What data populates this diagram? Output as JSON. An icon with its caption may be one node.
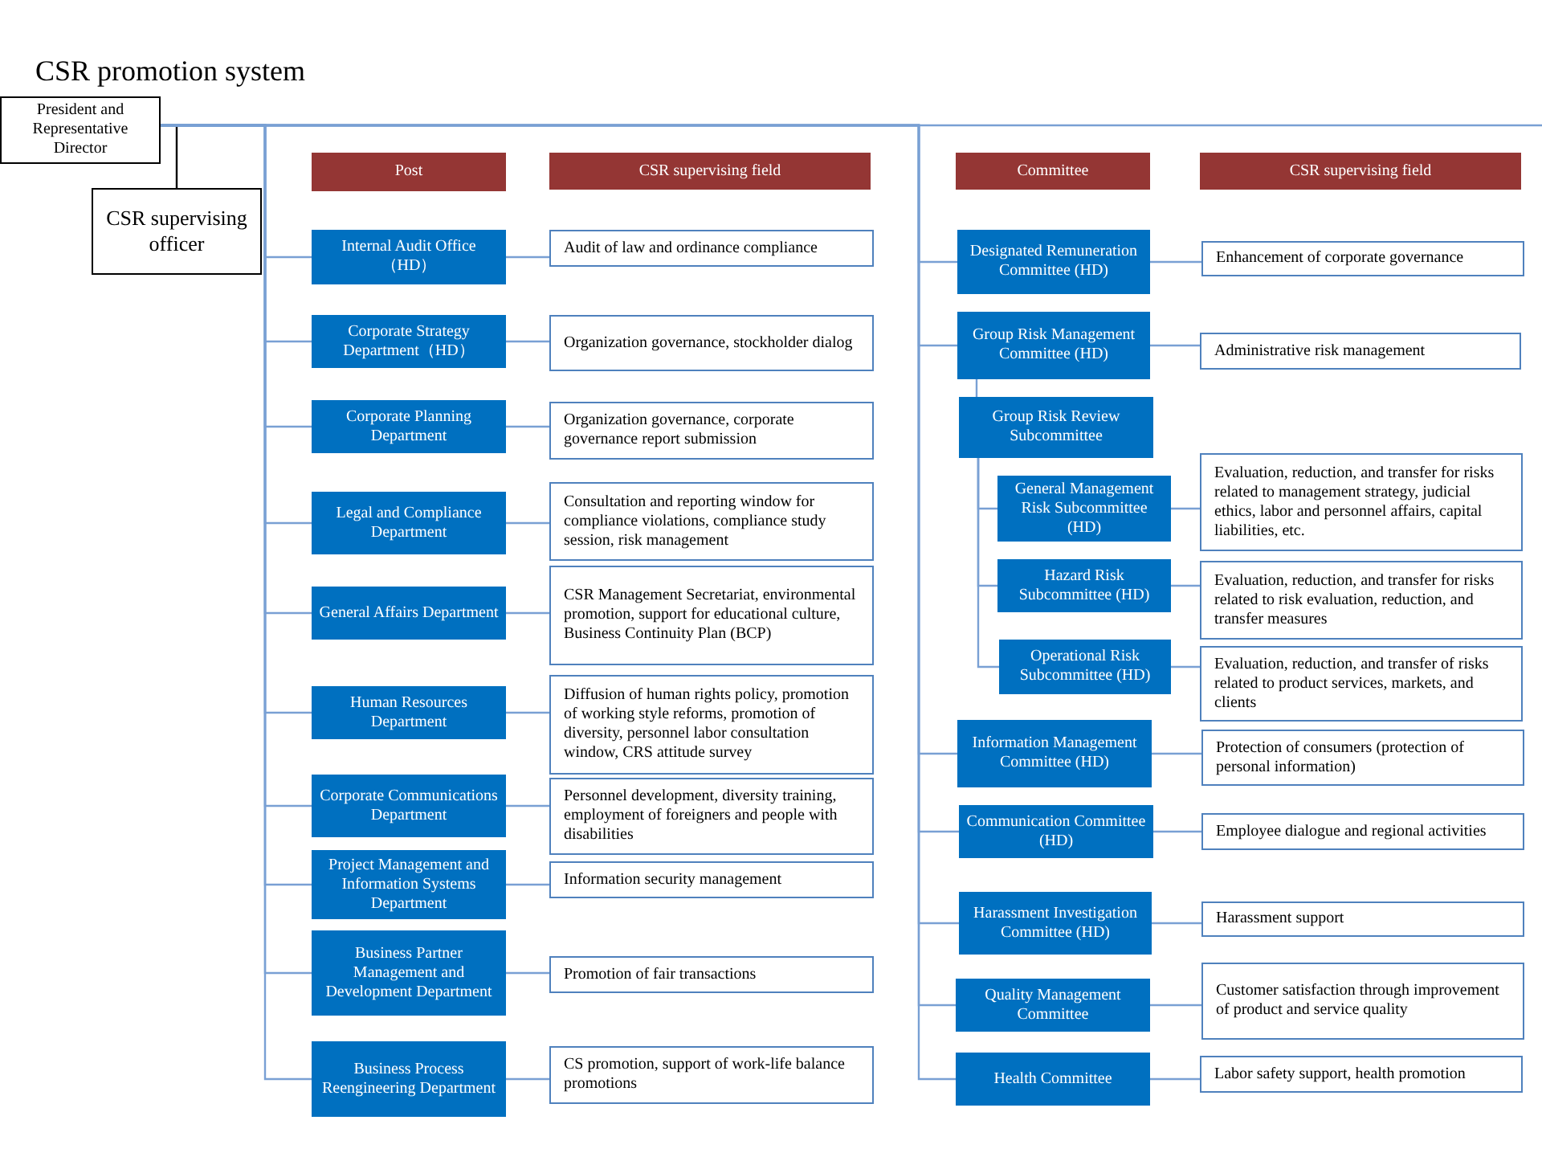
{
  "diagram": {
    "title": "CSR promotion system",
    "nodes": [
      {
        "text": [
          "President and Representative Director"
        ]
      },
      {
        "text": [
          "CSR supervising officer"
        ]
      },
      {
        "text": [
          "Post"
        ]
      },
      {
        "text": [
          "CSR supervising field"
        ]
      },
      {
        "text": [
          "Committee"
        ]
      },
      {
        "text": [
          "CSR supervising field"
        ]
      },
      {
        "text": [
          "Internal Audit Office（HD）"
        ]
      },
      {
        "text": [
          "Audit of law and ordinance compliance"
        ]
      },
      {
        "text": [
          "Corporate Strategy Department（HD）"
        ]
      },
      {
        "text": [
          "Organization governance, stockholder dialog"
        ]
      },
      {
        "text": [
          "Corporate Planning Department"
        ]
      },
      {
        "text": [
          "Organization governance, corporate governance report submission"
        ]
      },
      {
        "text": [
          "Legal and Compliance Department"
        ]
      },
      {
        "text": [
          "Consultation and reporting window for compliance violations, compliance study session, risk management"
        ]
      },
      {
        "text": [
          "General Affairs Department"
        ]
      },
      {
        "text": [
          "CSR Management Secretariat, environmental promotion, support for educational culture, Business Continuity Plan (BCP)"
        ]
      },
      {
        "text": [
          "Human Resources Department"
        ]
      },
      {
        "text": [
          "Diffusion of human rights policy, promotion of working style reforms, promotion of diversity, personnel labor consultation window, CRS attitude survey"
        ]
      },
      {
        "text": [
          "Corporate Communications Department"
        ]
      },
      {
        "text": [
          "Personnel development, diversity training, employment of foreigners and people with disabilities"
        ]
      },
      {
        "text": [
          "Project Management and Information Systems Department"
        ]
      },
      {
        "text": [
          "Information security management"
        ]
      },
      {
        "text": [
          "Business Partner Management and Development Department"
        ]
      },
      {
        "text": [
          "Promotion of fair transactions"
        ]
      },
      {
        "text": [
          "Business Process Reengineering Department"
        ]
      },
      {
        "text": [
          "CS promotion, support of work-life balance promotions"
        ]
      },
      {
        "text": [
          "Designated Remuneration Committee (HD)"
        ]
      },
      {
        "text": [
          "Enhancement of corporate governance"
        ]
      },
      {
        "text": [
          "Group Risk Management Committee (HD)"
        ]
      },
      {
        "text": [
          "Administrative risk management"
        ]
      },
      {
        "text": [
          "Group Risk Review Subcommittee"
        ]
      },
      {
        "text": [
          "General Management Risk Subcommittee (HD)"
        ]
      },
      {
        "text": [
          "Evaluation, reduction, and transfer for risks related to management strategy, judicial ethics, labor and personnel affairs, capital liabilities, etc."
        ]
      },
      {
        "text": [
          "Hazard Risk Subcommittee (HD)"
        ]
      },
      {
        "text": [
          "Evaluation, reduction, and transfer for risks related to risk evaluation, reduction, and transfer measures"
        ]
      },
      {
        "text": [
          "Operational Risk Subcommittee (HD)"
        ]
      },
      {
        "text": [
          "Evaluation, reduction, and transfer of risks related to product services, markets, and clients"
        ]
      },
      {
        "text": [
          "Information Management Committee (HD)"
        ]
      },
      {
        "text": [
          "Protection of consumers (protection of personal information)"
        ]
      },
      {
        "text": [
          "Communication Committee (HD)"
        ]
      },
      {
        "text": [
          "Employee dialogue and regional activities"
        ]
      },
      {
        "text": [
          "Harassment Investigation Committee (HD)"
        ]
      },
      {
        "text": [
          "Harassment support"
        ]
      },
      {
        "text": [
          "Quality Management Committee"
        ]
      },
      {
        "text": [
          "Customer satisfaction through improvement of product and service quality"
        ]
      },
      {
        "text": [
          "Health Committee"
        ]
      },
      {
        "text": [
          "Labor safety support, health promotion"
        ]
      }
    ],
    "edges": [
      {
        "from": 0,
        "to": 1,
        "arrow": "none",
        "color": "#000000"
      },
      {
        "from": 0,
        "to": 6,
        "arrow": "none"
      },
      {
        "from": 6,
        "to": 7,
        "arrow": "none"
      },
      {
        "from": 0,
        "to": 8,
        "arrow": "none"
      },
      {
        "from": 8,
        "to": 9,
        "arrow": "none"
      },
      {
        "from": 0,
        "to": 10,
        "arrow": "none"
      },
      {
        "from": 10,
        "to": 11,
        "arrow": "none"
      },
      {
        "from": 0,
        "to": 12,
        "arrow": "none"
      },
      {
        "from": 12,
        "to": 13,
        "arrow": "none"
      },
      {
        "from": 0,
        "to": 14,
        "arrow": "none"
      },
      {
        "from": 14,
        "to": 15,
        "arrow": "none"
      },
      {
        "from": 0,
        "to": 16,
        "arrow": "none"
      },
      {
        "from": 16,
        "to": 17,
        "arrow": "none"
      },
      {
        "from": 0,
        "to": 18,
        "arrow": "none"
      },
      {
        "from": 18,
        "to": 19,
        "arrow": "none"
      },
      {
        "from": 0,
        "to": 20,
        "arrow": "none"
      },
      {
        "from": 20,
        "to": 21,
        "arrow": "none"
      },
      {
        "from": 0,
        "to": 22,
        "arrow": "none"
      },
      {
        "from": 22,
        "to": 23,
        "arrow": "none"
      },
      {
        "from": 0,
        "to": 24,
        "arrow": "none"
      },
      {
        "from": 24,
        "to": 25,
        "arrow": "none"
      },
      {
        "from": 0,
        "to": 26,
        "arrow": "none"
      },
      {
        "from": 26,
        "to": 27,
        "arrow": "none"
      },
      {
        "from": 0,
        "to": 28,
        "arrow": "none"
      },
      {
        "from": 28,
        "to": 29,
        "arrow": "none"
      },
      {
        "from": 28,
        "to": 30,
        "arrow": "none"
      },
      {
        "from": 30,
        "to": 31,
        "arrow": "none"
      },
      {
        "from": 31,
        "to": 32,
        "arrow": "none"
      },
      {
        "from": 30,
        "to": 33,
        "arrow": "none"
      },
      {
        "from": 33,
        "to": 34,
        "arrow": "none"
      },
      {
        "from": 30,
        "to": 35,
        "arrow": "none"
      },
      {
        "from": 35,
        "to": 36,
        "arrow": "none"
      },
      {
        "from": 0,
        "to": 37,
        "arrow": "none"
      },
      {
        "from": 37,
        "to": 38,
        "arrow": "none"
      },
      {
        "from": 0,
        "to": 39,
        "arrow": "none"
      },
      {
        "from": 39,
        "to": 40,
        "arrow": "none"
      },
      {
        "from": 0,
        "to": 41,
        "arrow": "none"
      },
      {
        "from": 41,
        "to": 42,
        "arrow": "none"
      },
      {
        "from": 0,
        "to": 43,
        "arrow": "none"
      },
      {
        "from": 43,
        "to": 44,
        "arrow": "none"
      },
      {
        "from": 0,
        "to": 45,
        "arrow": "none"
      },
      {
        "from": 45,
        "to": 46,
        "arrow": "none"
      }
    ]
  }
}
